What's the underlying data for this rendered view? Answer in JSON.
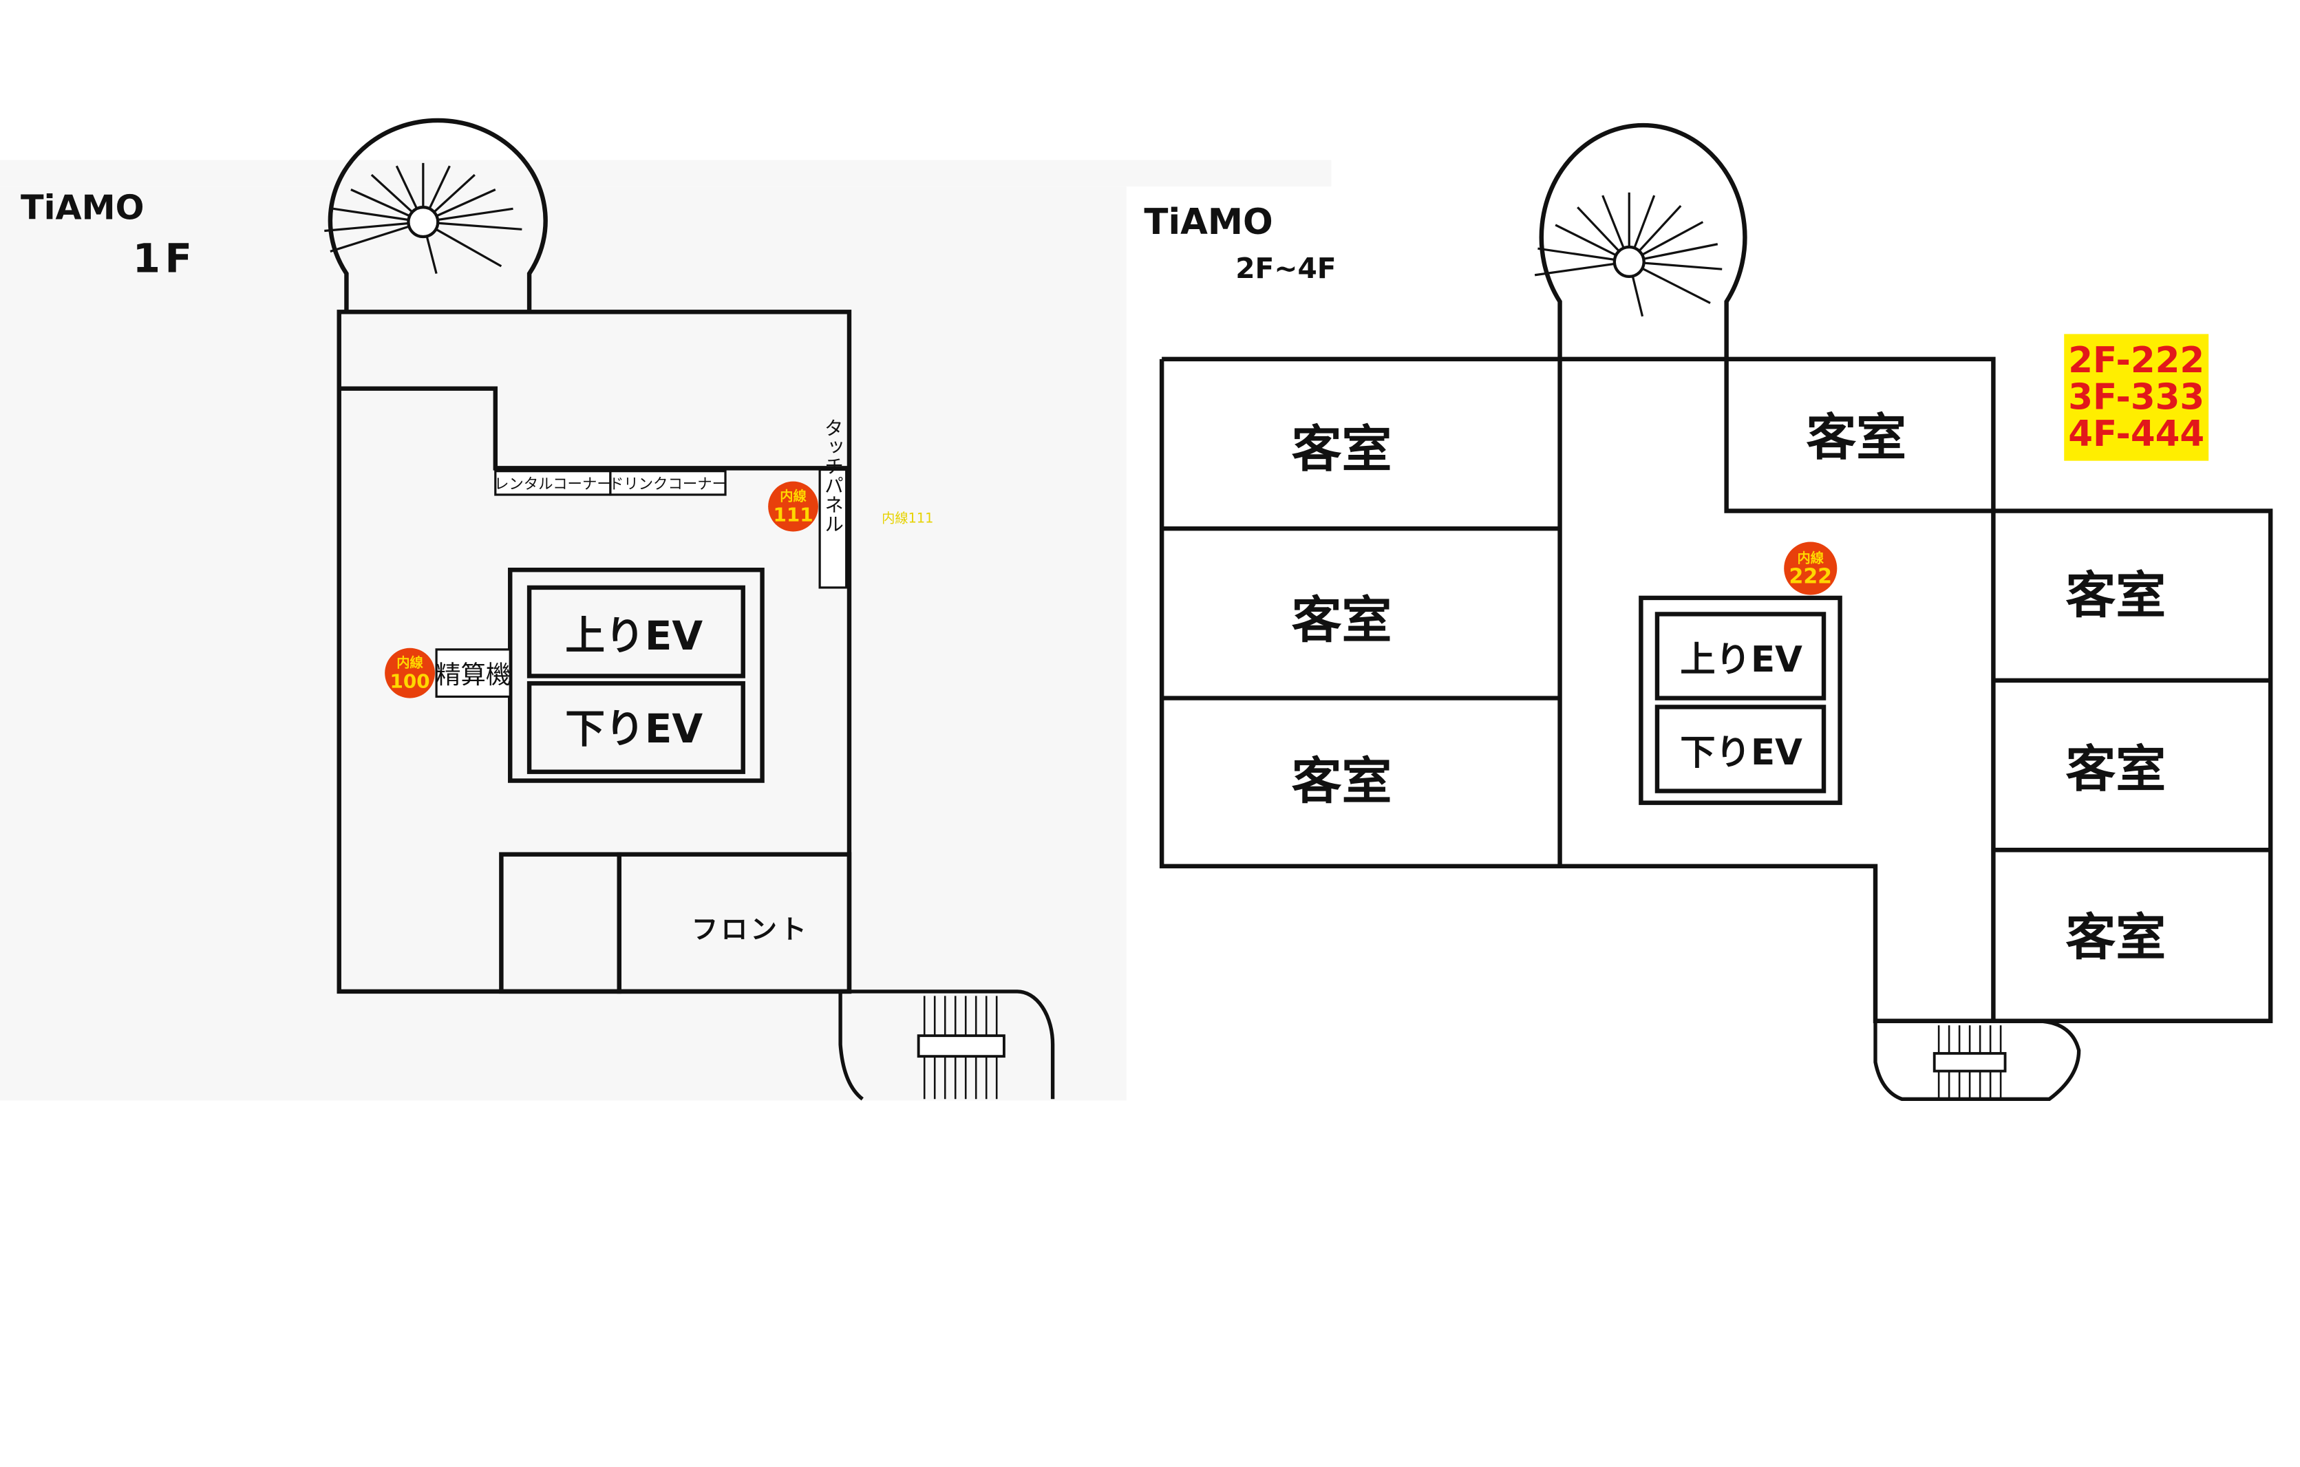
{
  "plan_1f": {
    "brand": "TiAMO",
    "floor": "1F",
    "rental_corner": "レンタルコーナー",
    "drink_corner": "ドリンクコーナー",
    "touch_panel": "タッチパネル",
    "up_ev": "上りEV",
    "down_ev": "下りEV",
    "payment_machine": "精算機",
    "front": "フロント",
    "badge_100_label": "内線",
    "badge_100_number": "100",
    "badge_111_label": "内線",
    "badge_111_number": "111",
    "ext_note": "内線111"
  },
  "plan_2f": {
    "brand": "TiAMO",
    "floor": "2F~4F",
    "room": "客室",
    "up_ev": "上りEV",
    "down_ev": "下りEV",
    "badge_label": "内線",
    "badge_number": "222",
    "extensions": [
      "2F-222",
      "3F-333",
      "4F-444"
    ]
  },
  "colors": {
    "badge": "#e8400c",
    "badge_text": "#ffd800",
    "highlight": "#ffee00",
    "highlight_text": "#e2181b",
    "left_panel_bg": "#f7f7f7"
  }
}
